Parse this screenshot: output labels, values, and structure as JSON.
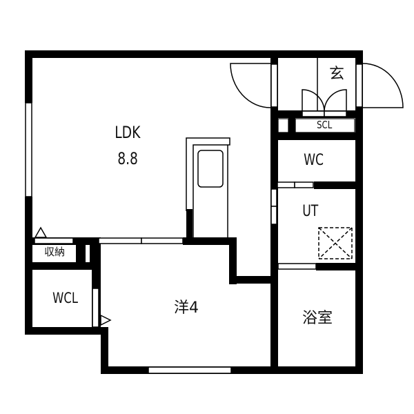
{
  "floor_plan": {
    "rooms": [
      {
        "id": "ldk",
        "name": "LDK",
        "size": "8.8"
      },
      {
        "id": "entrance",
        "name": "玄"
      },
      {
        "id": "shoe-closet",
        "name": "SCL"
      },
      {
        "id": "toilet",
        "name": "WC"
      },
      {
        "id": "utility",
        "name": "UT"
      },
      {
        "id": "bathroom",
        "name": "浴室"
      },
      {
        "id": "western-room",
        "name": "洋4"
      },
      {
        "id": "walk-in-closet",
        "name": "WCL"
      },
      {
        "id": "storage",
        "name": "収納"
      }
    ],
    "colors": {
      "wall": "#000000",
      "background": "#ffffff"
    }
  }
}
